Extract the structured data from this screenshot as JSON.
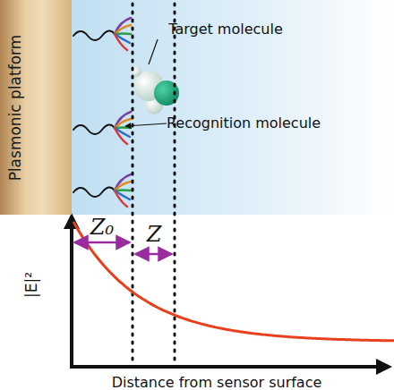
{
  "diagram": {
    "nodes": [
      {
        "text": [
          "Plasmonic platform"
        ]
      }
    ],
    "labels": [
      "Target molecule",
      "Recognition molecule",
      "Z₀",
      "Z",
      "|E|²",
      "Distance from sensor surface"
    ]
  }
}
